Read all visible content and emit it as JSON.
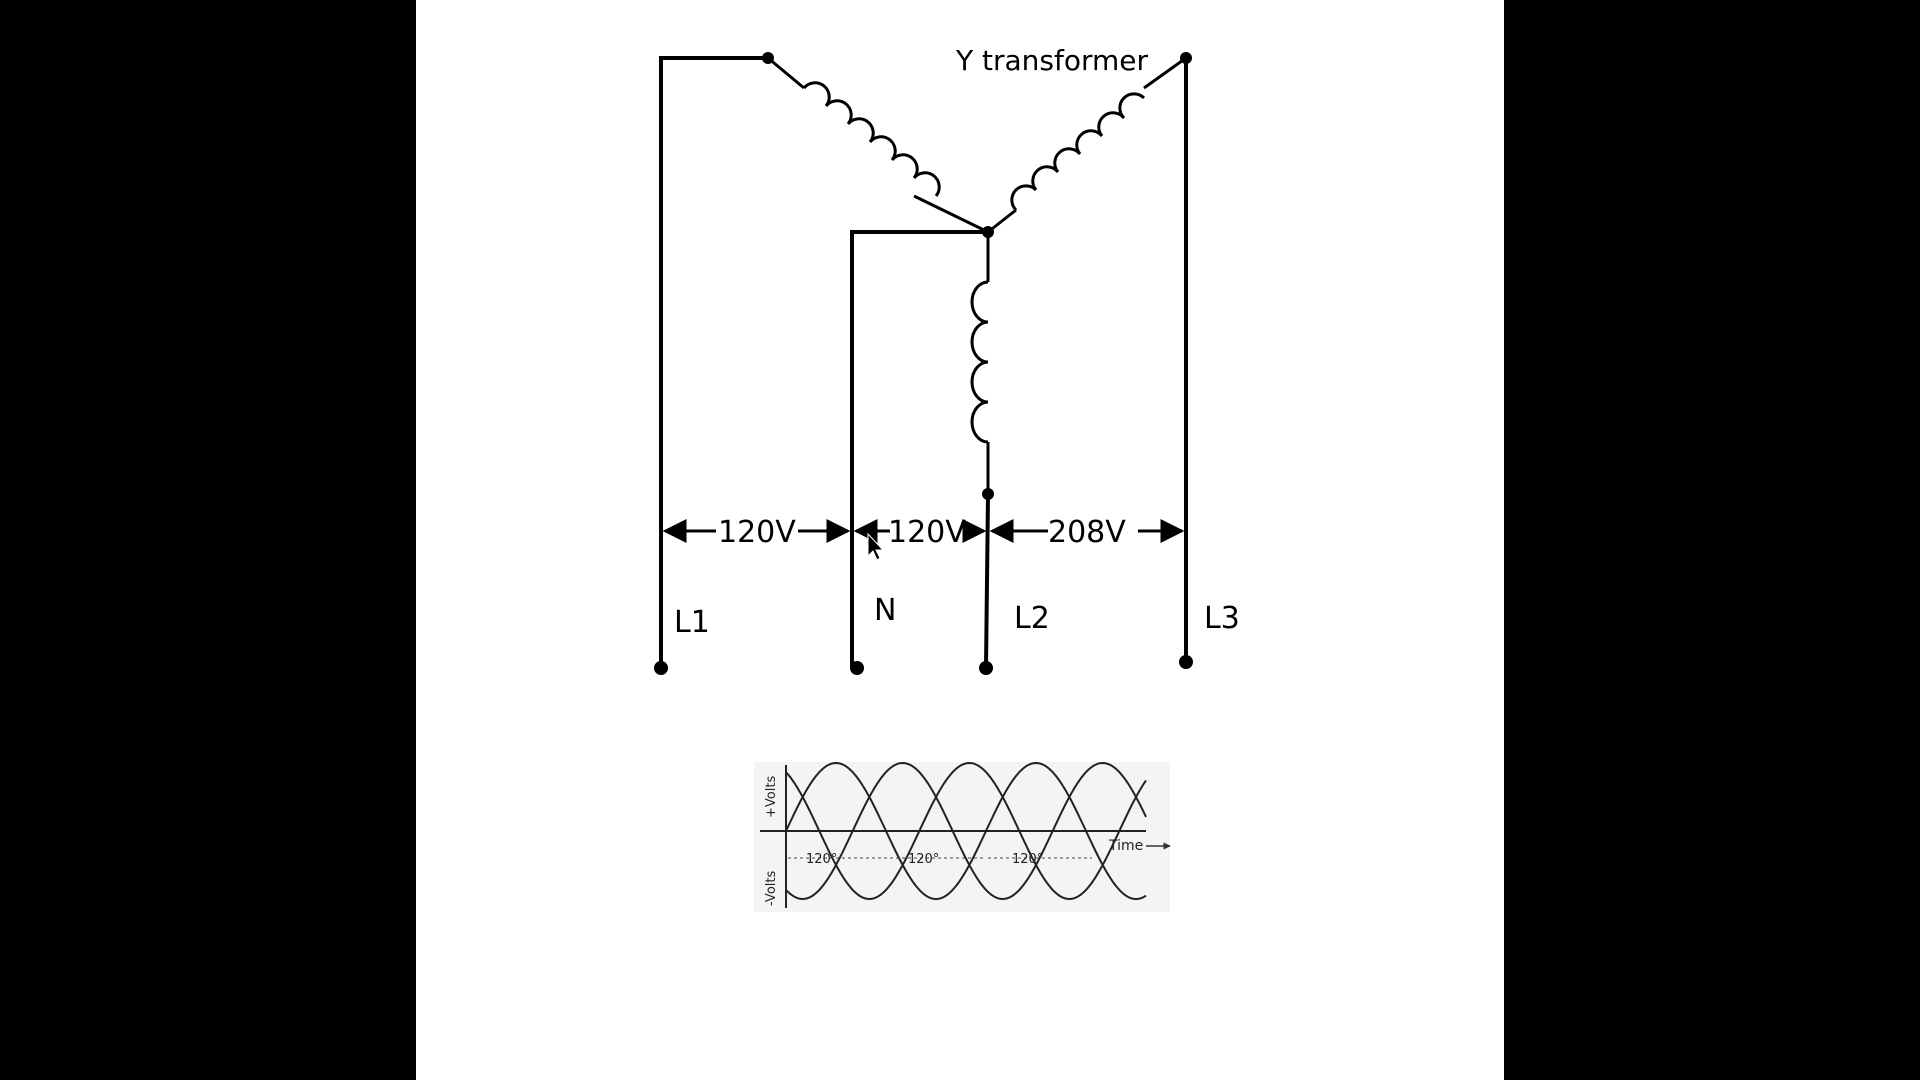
{
  "title": "Y transformer",
  "voltages": {
    "l1_n": "120V",
    "n_l2": "120V",
    "l2_l3": "208V"
  },
  "terminals": {
    "l1": "L1",
    "n": "N",
    "l2": "L2",
    "l3": "L3"
  },
  "waveform": {
    "y_pos": "+Volts",
    "y_neg": "-Volts",
    "x_label": "Time",
    "phase_1": "120°",
    "phase_2": "120°",
    "phase_3": "120°"
  },
  "colors": {
    "background": "#000000",
    "slide": "#ffffff",
    "ink": "#000000"
  }
}
